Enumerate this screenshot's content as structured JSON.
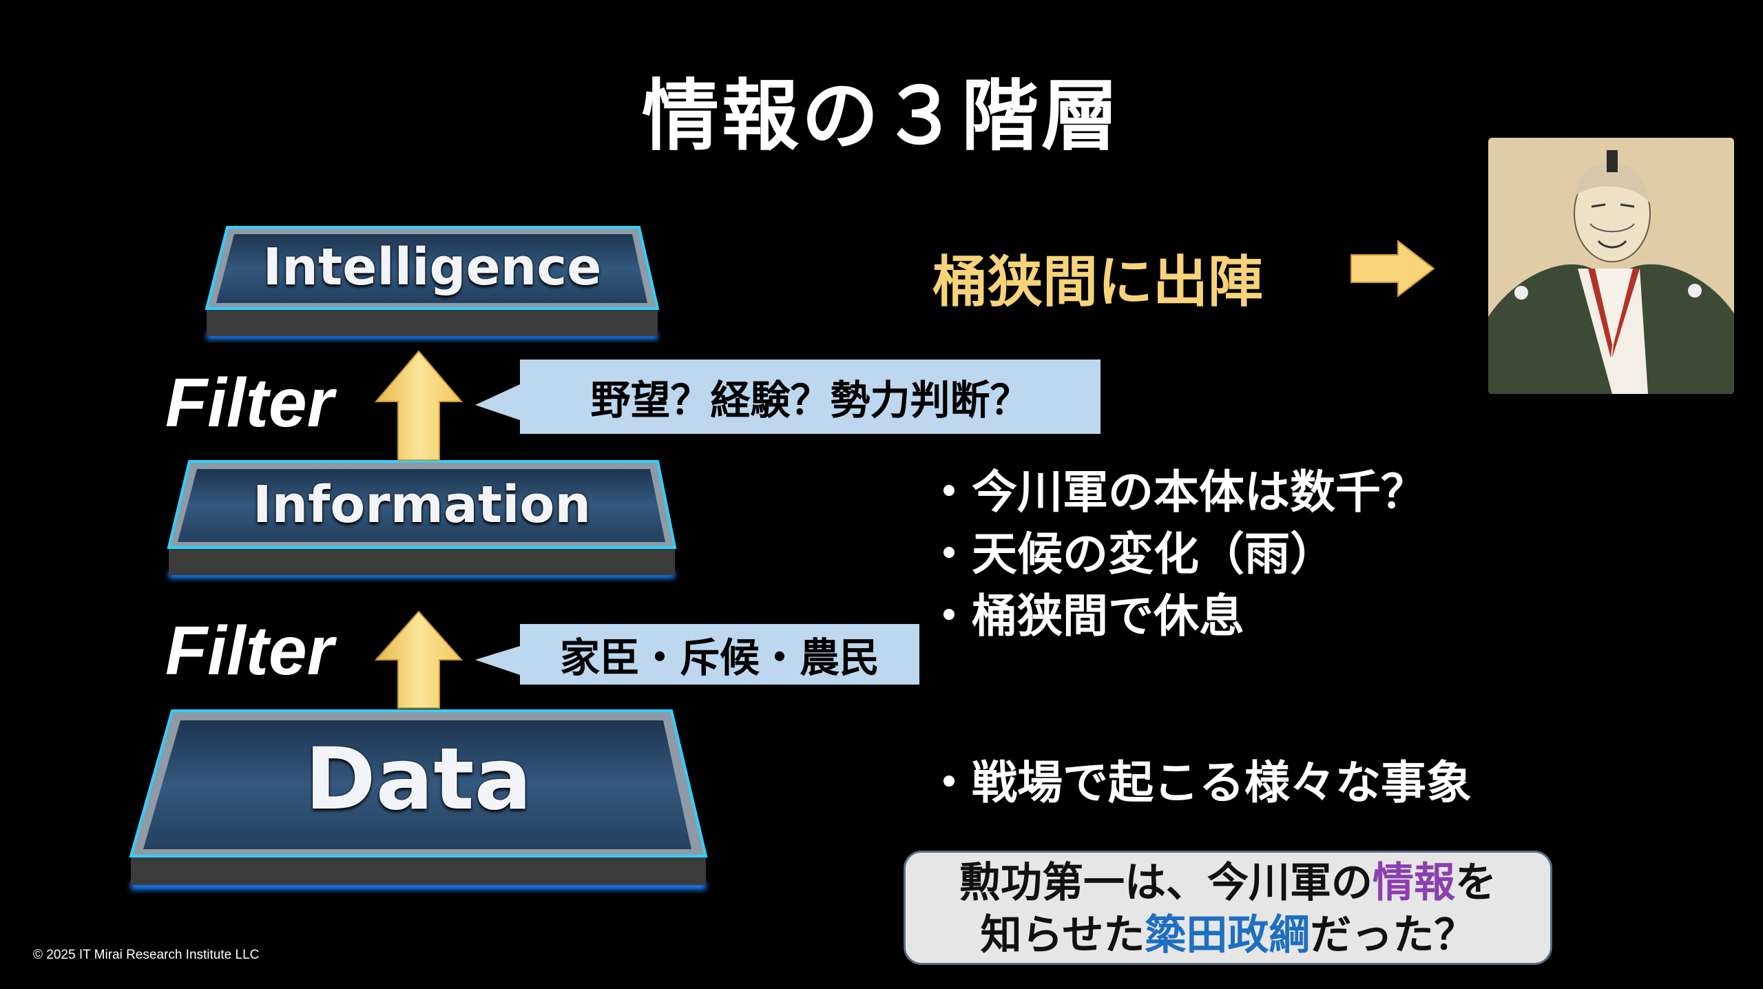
{
  "title": "情報の３階層",
  "layers": {
    "top": "Intelligence",
    "middle": "Information",
    "bottom": "Data"
  },
  "filters": {
    "upper": "Filter",
    "lower": "Filter"
  },
  "callouts": {
    "upper": "野望？経験？勢力判断？",
    "lower": "家臣・斥候・農民"
  },
  "action": {
    "text": "桶狭間に出陣",
    "arrow_icon": "right-arrow-icon"
  },
  "info_bullets": [
    "・今川軍の本体は数千？",
    "・天候の変化（雨）",
    "・桶狭間で休息"
  ],
  "data_bullet": "・戦場で起こる様々な事象",
  "note": {
    "line1_a": "勲功第一は、今川軍の",
    "line1_highlight": "情報",
    "line1_b": "を",
    "line2_a": "知らせた",
    "line2_highlight": "簗田政綱",
    "line2_b": "だった？"
  },
  "copyright": "© 2025 IT Mirai Research Institute  LLC",
  "colors": {
    "layer_edge": "#2fd0ff",
    "layer_face": "#2b4a6b",
    "layer_side": "#3a3a3a",
    "arrow": "#f7d37a",
    "callout": "#bcd7ee",
    "action_text": "#f7d37a",
    "highlight_info": "#8a3fb0",
    "highlight_name": "#1e6fc0"
  }
}
